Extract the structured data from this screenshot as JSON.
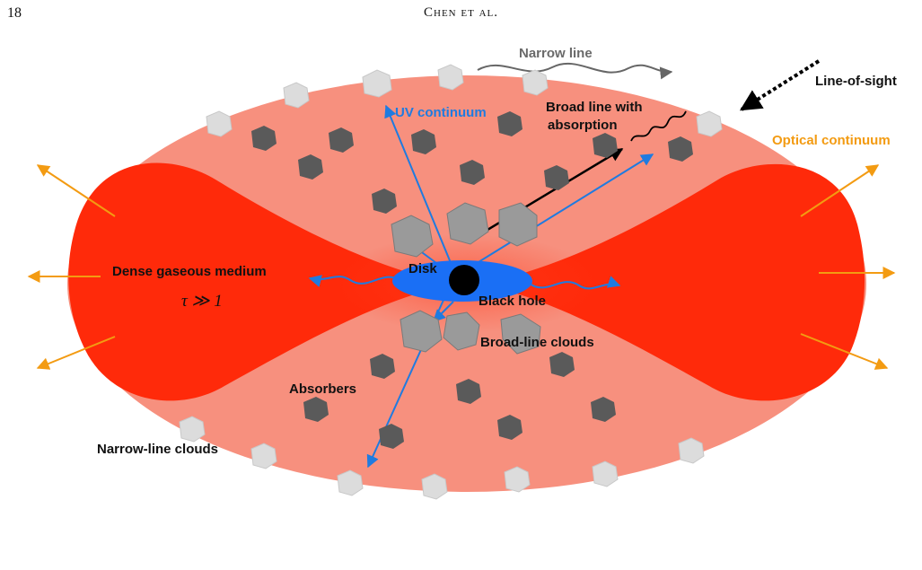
{
  "header": {
    "page_number": "18",
    "running_head": "Chen et al."
  },
  "labels": {
    "narrow_line": "Narrow line",
    "line_of_sight": "Line-of-sight",
    "uv_continuum": "UV continuum",
    "broad_line_absorption_1": "Broad line with",
    "broad_line_absorption_2": "absorption",
    "optical_continuum": "Optical continuum",
    "dense_medium": "Dense gaseous medium",
    "tau": "τ ≫ 1",
    "disk": "Disk",
    "black_hole": "Black hole",
    "broad_line_clouds": "Broad-line clouds",
    "absorbers": "Absorbers",
    "narrow_line_clouds": "Narrow-line clouds"
  },
  "colors": {
    "outer_region": "#f7907e",
    "dense_torus": "#ff2a0a",
    "disk": "#1a6ff5",
    "uv_arrow": "#1f7be0",
    "optical_arrow": "#f39b12",
    "narrow_cloud": "#dcdcdc",
    "absorber": "#5a5a5a",
    "broad_cloud": "#9a9a9a",
    "black_hole": "#000000"
  }
}
